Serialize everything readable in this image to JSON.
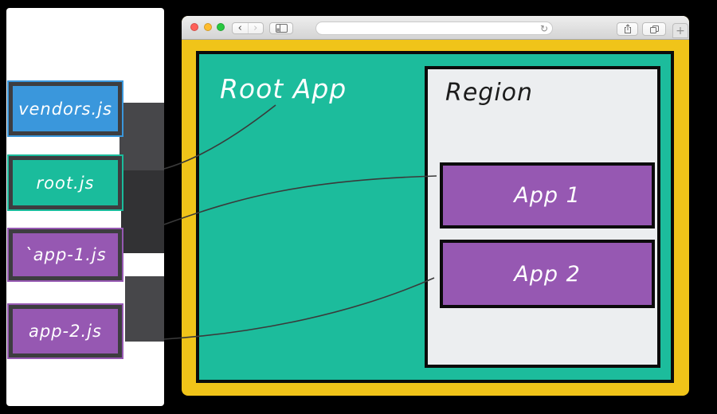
{
  "files": [
    {
      "label": "vendors.js",
      "fill": "#3a97dc"
    },
    {
      "label": "root.js",
      "fill": "#1abc9c"
    },
    {
      "label": "`app-1.js",
      "fill": "#9658b2"
    },
    {
      "label": "app-2.js",
      "fill": "#9658b2"
    }
  ],
  "browser": {
    "toolbar": {
      "back_icon": "‹",
      "forward_icon": "›",
      "refresh_icon": "↻",
      "new_tab_icon": "+",
      "url_value": "",
      "url_placeholder": "",
      "icons": [
        "sidebar-icon",
        "share-icon",
        "tabs-overview-icon"
      ]
    },
    "traffic_lights": [
      "close",
      "minimize",
      "zoom"
    ]
  },
  "window": {
    "title": "Root App",
    "region": {
      "title": "Region",
      "apps": [
        {
          "label": "App 1"
        },
        {
          "label": "App 2"
        }
      ]
    }
  },
  "colors": {
    "canvas_bg": "#000000",
    "panel_bg": "#ffffff",
    "frame_yellow": "#f0c419",
    "viewport_teal": "#1cbc9c",
    "region_gray": "#eceef0",
    "app_purple": "#9658b2",
    "file_border_dark": "#3d3d40",
    "connector_block": "#47474a",
    "connector_block_dark": "#323234",
    "connector_line": "#3a3a3a",
    "traffic_red": "#ff5f57",
    "traffic_yellow": "#febc2e",
    "traffic_green": "#28c840"
  }
}
